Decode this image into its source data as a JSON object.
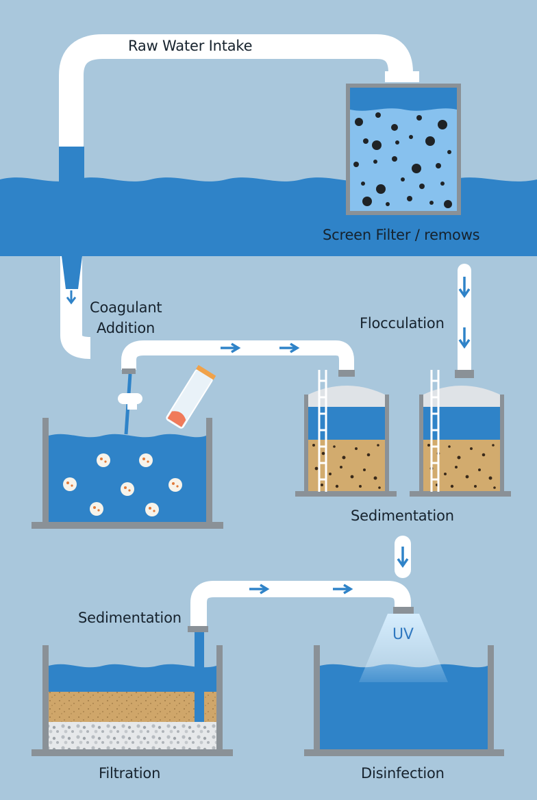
{
  "labels": {
    "raw_water_intake": "Raw Water Intake",
    "screen_filter": "Screen Filter  / remows",
    "coagulant_line1": "Coagulant",
    "coagulant_line2": "Addition",
    "flocculation": "Flocculation",
    "sedimentation_tanks": "Sedimentation",
    "sedimentation_pipe": "Sedimentation",
    "uv": "UV",
    "filtration": "Filtration",
    "disinfection": "Disinfection"
  },
  "colors": {
    "background": "#a9c7dc",
    "water": "#2f83c8",
    "water_light": "#87c1ee",
    "pipe": "#ffffff",
    "tank_frame": "#8a9197",
    "sand": "#d2ab6e",
    "arrow": "#2f83c8",
    "text": "#16222d"
  }
}
